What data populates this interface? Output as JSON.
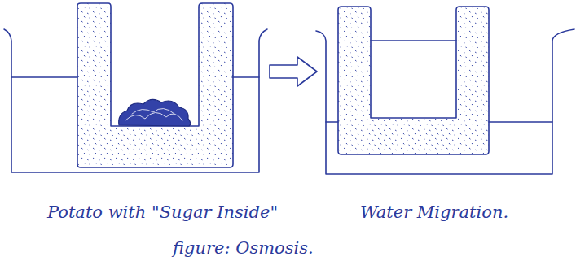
{
  "diagram": {
    "caption": "figure: Osmosis.",
    "labels": [
      "Potato with \"Sugar Inside\"",
      "Water Migration."
    ]
  }
}
